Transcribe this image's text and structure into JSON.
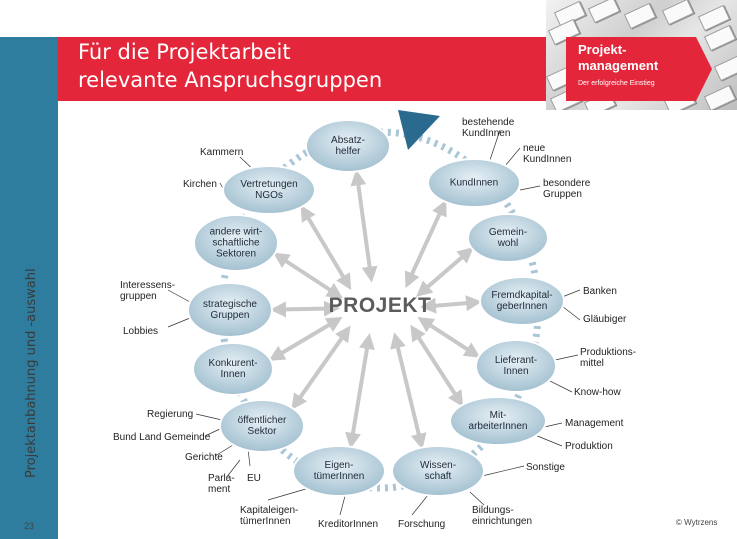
{
  "header": {
    "title_line1": "Für die Projektarbeit",
    "title_line2": "relevante Anspruchsgruppen"
  },
  "brand": {
    "title_line1": "Projekt-",
    "title_line2": "management",
    "subtitle": "Der erfolgreiche Einstieg",
    "accent_color": "#e4263a"
  },
  "sidebar": {
    "label": "Projektanbahnung und -auswahl",
    "band_color": "#2e7d9e"
  },
  "footer": {
    "page_number": "23",
    "copyright": "© Wytrzens"
  },
  "diagram": {
    "center_label": "PROJEKT",
    "ellipse_fill": "#a9c6d6",
    "nodes": [
      {
        "text": [
          "Absatz-",
          "helfer"
        ]
      },
      {
        "text": [
          "KundInnen"
        ]
      },
      {
        "text": [
          "Gemein-",
          "wohl"
        ]
      },
      {
        "text": [
          "Fremdkapital-",
          "geberInnen"
        ]
      },
      {
        "text": [
          "Lieferant-",
          "Innen"
        ]
      },
      {
        "text": [
          "Mit-",
          "arbeiterInnen"
        ]
      },
      {
        "text": [
          "Wissen-",
          "schaft"
        ]
      },
      {
        "text": [
          "Eigen-",
          "tümerInnen"
        ]
      },
      {
        "text": [
          "öffentlicher",
          "Sektor"
        ]
      },
      {
        "text": [
          "Konkurent-",
          "Innen"
        ]
      },
      {
        "text": [
          "strategische",
          "Gruppen"
        ]
      },
      {
        "text": [
          "andere wirt-",
          "schaftliche",
          "Sektoren"
        ]
      },
      {
        "text": [
          "Vertretungen",
          "NGOs"
        ]
      }
    ],
    "labels": [
      {
        "text": [
          "bestehende",
          "KundInnen"
        ]
      },
      {
        "text": [
          "neue",
          "KundInnen"
        ]
      },
      {
        "text": [
          "besondere",
          "Gruppen"
        ]
      },
      {
        "text": [
          "Banken"
        ]
      },
      {
        "text": [
          "Gläubiger"
        ]
      },
      {
        "text": [
          "Produktions-",
          "mittel"
        ]
      },
      {
        "text": [
          "Know-how"
        ]
      },
      {
        "text": [
          "Management"
        ]
      },
      {
        "text": [
          "Produktion"
        ]
      },
      {
        "text": [
          "Sonstige"
        ]
      },
      {
        "text": [
          "Bildungs-",
          "einrichtungen"
        ]
      },
      {
        "text": [
          "Forschung"
        ]
      },
      {
        "text": [
          "KreditorInnen"
        ]
      },
      {
        "text": [
          "Kapitaleigen-",
          "tümerInnen"
        ]
      },
      {
        "text": [
          "Parla-",
          "ment"
        ]
      },
      {
        "text": [
          "EU"
        ]
      },
      {
        "text": [
          "Gerichte"
        ]
      },
      {
        "text": [
          "Bund   Land  Gemeinde"
        ]
      },
      {
        "text": [
          "Regierung"
        ]
      },
      {
        "text": [
          "Lobbies"
        ]
      },
      {
        "text": [
          "Interessens-",
          "gruppen"
        ]
      },
      {
        "text": [
          "Kirchen"
        ]
      },
      {
        "text": [
          "Kammern"
        ]
      }
    ]
  }
}
